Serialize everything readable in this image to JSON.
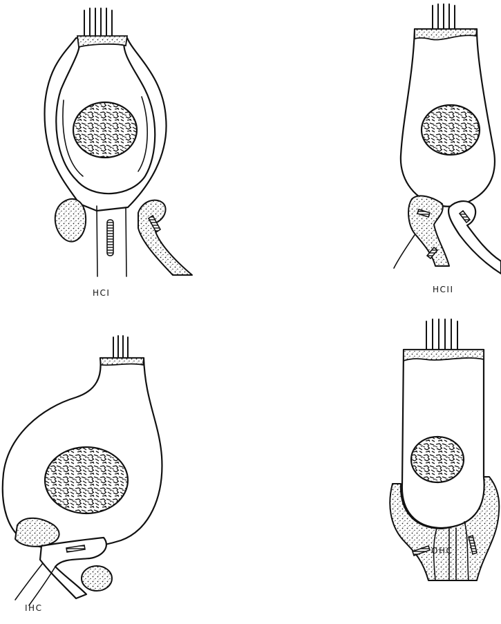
{
  "labels": {
    "hc1": "HCI",
    "hc2": "HCII",
    "ihc": "IHC",
    "ohc": "OHC"
  },
  "colors": {
    "ink": "#111111",
    "paper": "#ffffff"
  }
}
